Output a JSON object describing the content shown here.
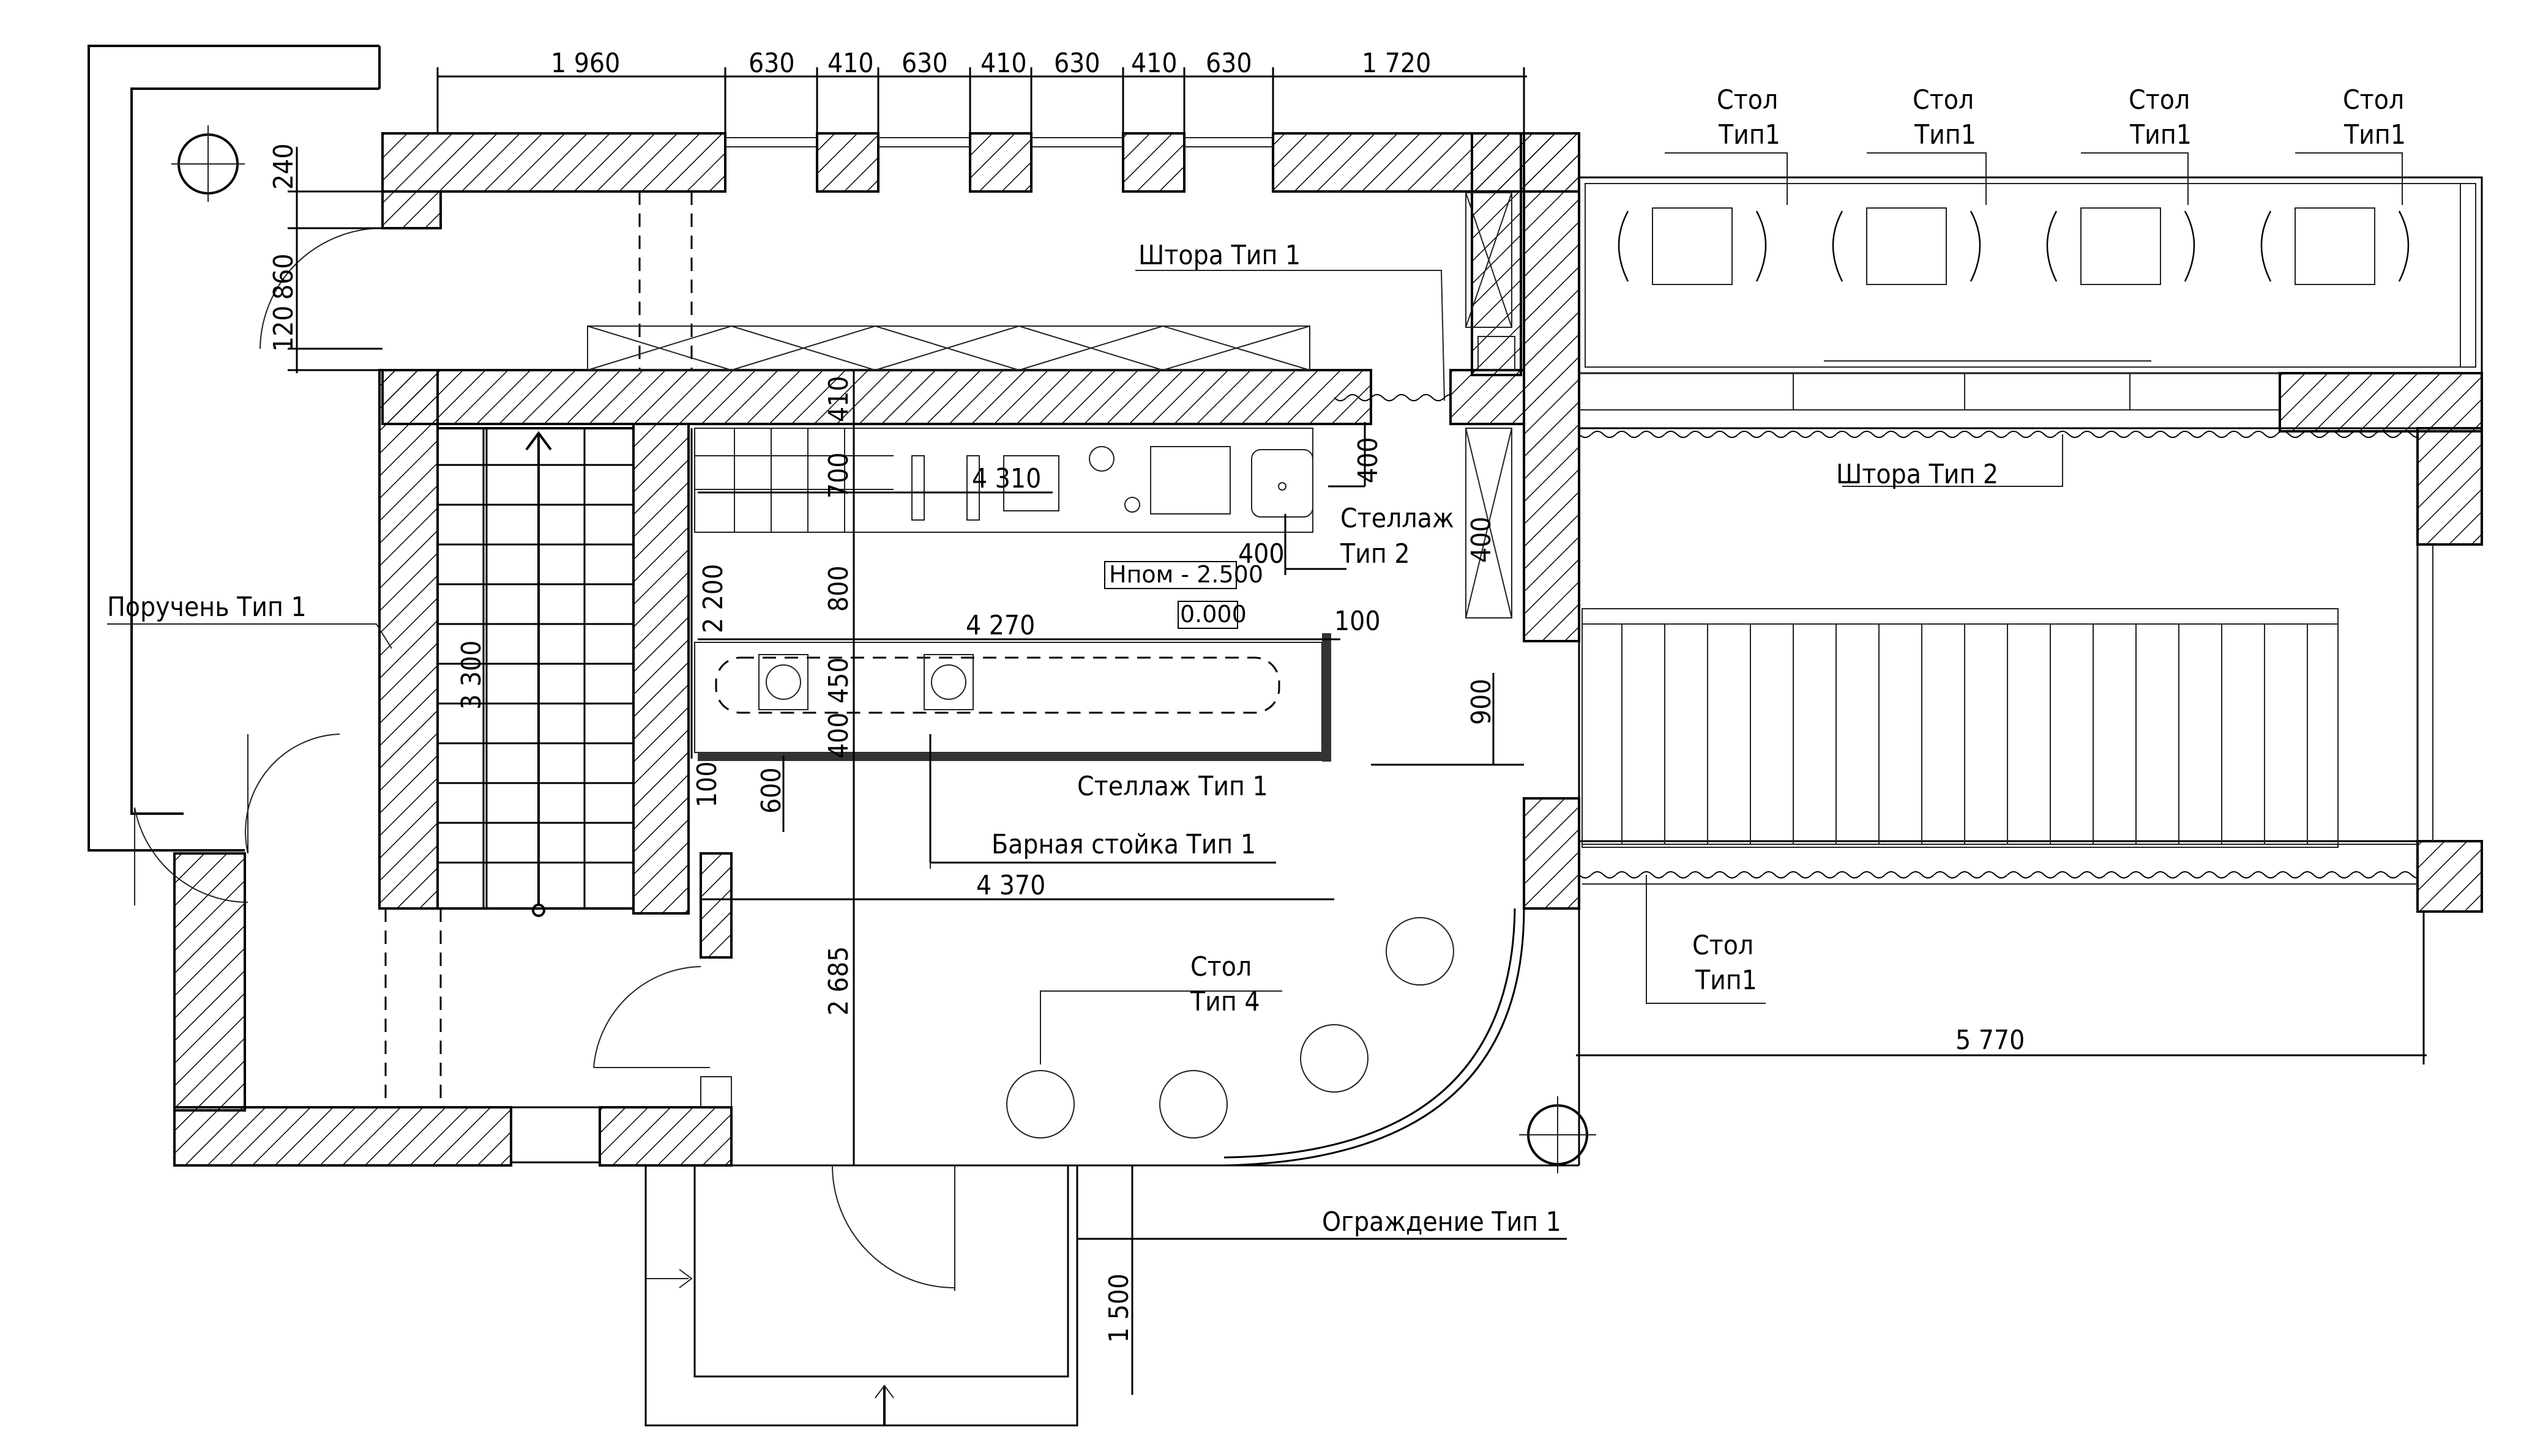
{
  "labels": {
    "handrail": "Поручень Тип 1",
    "curtain1": "Штора Тип 1",
    "curtain2": "Штора Тип 2",
    "shelf2_a": "Стеллаж",
    "shelf2_b": "Тип 2",
    "shelf1": "Стеллаж Тип 1",
    "bar": "Барная стойка Тип 1",
    "table4_a": "Стол",
    "table4_b": "Тип 4",
    "tableB_a": "Стол",
    "tableB_b": "Тип1",
    "fence": "Ограждение Тип 1",
    "tables_top": [
      {
        "a": "Стол",
        "b": "Тип1"
      },
      {
        "a": "Стол",
        "b": "Тип1"
      },
      {
        "a": "Стол",
        "b": "Тип1"
      },
      {
        "a": "Стол",
        "b": "Тип1"
      }
    ],
    "h_room": "Hпом - 2.500",
    "level": "0.000"
  },
  "dimensions": {
    "top": [
      "1 960",
      "630",
      "410",
      "630",
      "410",
      "630",
      "410",
      "630",
      "1 720"
    ],
    "left_240": "240",
    "left_860": "860",
    "left_120": "120",
    "stair_3300": "3 300",
    "d_2200": "2 200",
    "d_410": "410",
    "d_700": "700",
    "d_800": "800",
    "d_450": "450",
    "d_400a": "400",
    "d_400b": "400",
    "d_400c": "400",
    "d_400d": "400",
    "d_100a": "100",
    "d_100b": "100",
    "d_600": "600",
    "d_4310": "4 310",
    "d_4270": "4 270",
    "d_4370": "4 370",
    "d_900": "900",
    "d_2685": "2 685",
    "d_1500": "1 500",
    "d_5770": "5 770"
  }
}
